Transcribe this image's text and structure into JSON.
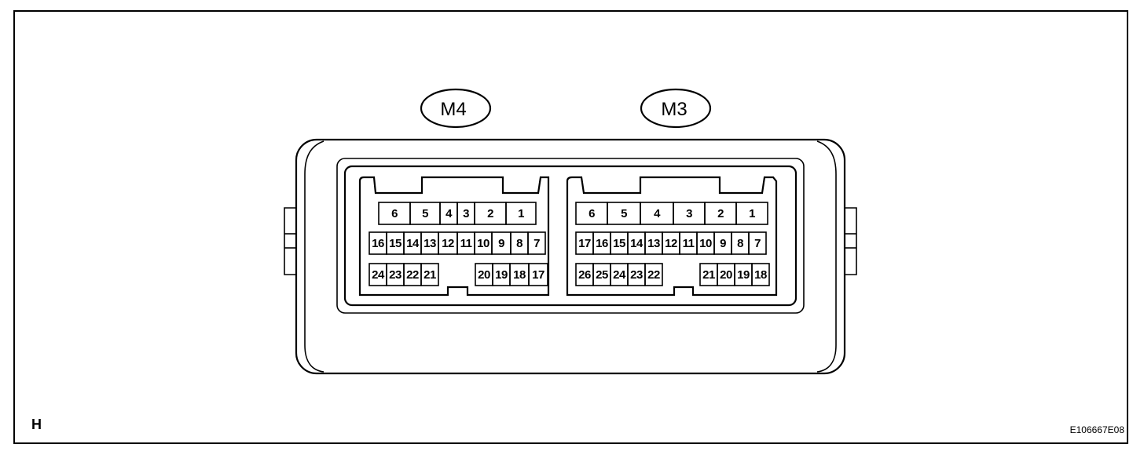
{
  "corner_letter": "H",
  "figure_code": "E106667E08",
  "connectors": [
    {
      "label": "M4",
      "rows": [
        [
          "6",
          "5",
          "4",
          "3",
          "2",
          "1"
        ],
        [
          "16",
          "15",
          "14",
          "13",
          "12",
          "11",
          "10",
          "9",
          "8",
          "7"
        ],
        [
          "24",
          "23",
          "22",
          "21",
          "20",
          "19",
          "18",
          "17"
        ]
      ]
    },
    {
      "label": "M3",
      "rows": [
        [
          "6",
          "5",
          "4",
          "3",
          "2",
          "1"
        ],
        [
          "17",
          "16",
          "15",
          "14",
          "13",
          "12",
          "11",
          "10",
          "9",
          "8",
          "7"
        ],
        [
          "26",
          "25",
          "24",
          "23",
          "22",
          "21",
          "20",
          "19",
          "18"
        ]
      ]
    }
  ]
}
